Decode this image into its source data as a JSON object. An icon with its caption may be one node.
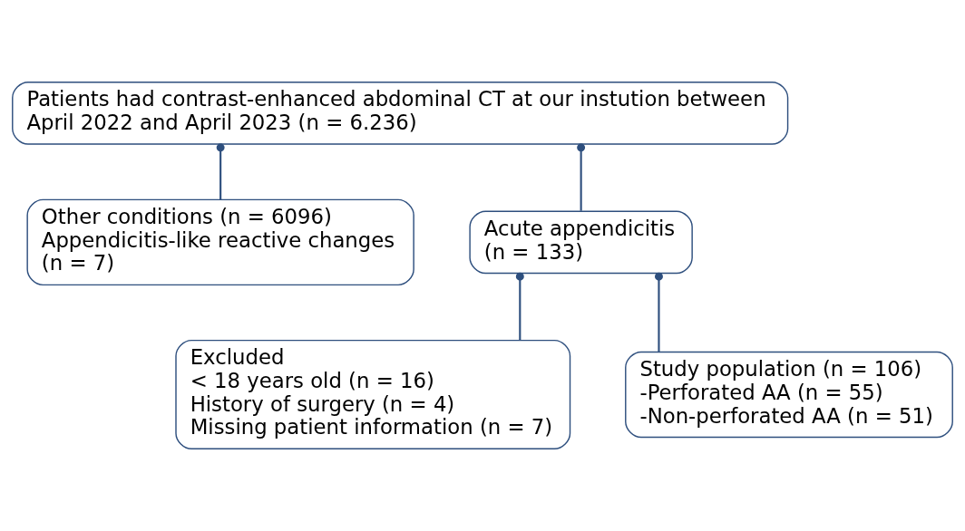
{
  "diagram": {
    "nodes": [
      {
        "text": [
          "Patients had contrast-enhanced abdominal CT at our instution between April 2022 and April 2023 (n = 6.236)"
        ]
      },
      {
        "text": [
          "Other conditions (n = 6096)",
          "Appendicitis-like reactive changes (n = 7)"
        ]
      },
      {
        "text": [
          "Acute appendicitis (n = 133)"
        ]
      },
      {
        "text": [
          "Excluded",
          "< 18 years old (n = 16)",
          "History of surgery (n = 4)",
          "Missing patient information (n = 7)"
        ]
      },
      {
        "text": [
          "Study population (n = 106)",
          "-Perforated AA (n = 55)",
          "-Non-perforated AA (n = 51)"
        ]
      }
    ],
    "edges": [
      {
        "from": 0,
        "to": 1,
        "arrow": "other"
      },
      {
        "from": 0,
        "to": 2,
        "arrow": "other"
      },
      {
        "from": 2,
        "to": 3,
        "arrow": "other"
      },
      {
        "from": 2,
        "to": 4,
        "arrow": "other"
      }
    ]
  }
}
